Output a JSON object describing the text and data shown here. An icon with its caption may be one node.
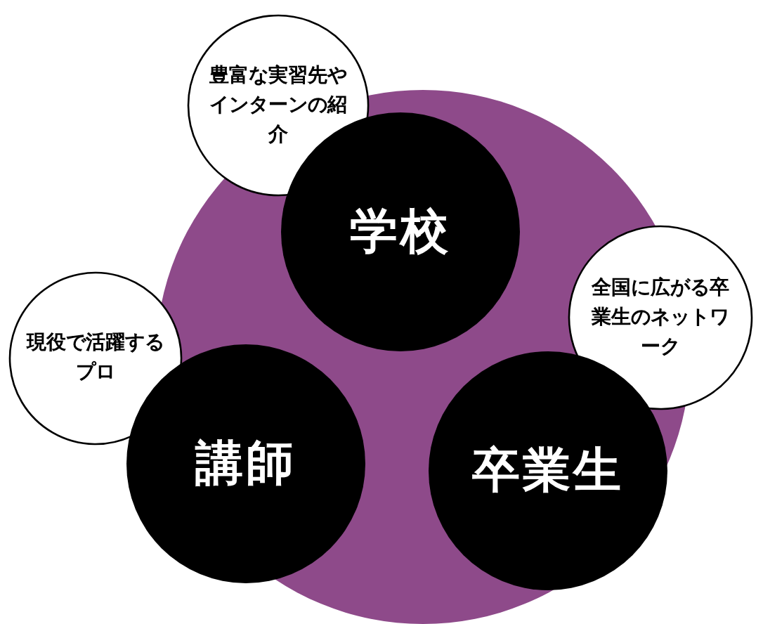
{
  "diagram": {
    "nodes": [
      {
        "text": [
          "豊富な実習先やインターンの紹介"
        ]
      },
      {
        "text": [
          "学校"
        ]
      },
      {
        "text": [
          "現役で活躍するプロ"
        ]
      },
      {
        "text": [
          "全国に広がる卒業生のネットワーク"
        ]
      },
      {
        "text": [
          "講師"
        ]
      },
      {
        "text": [
          "卒業生"
        ]
      }
    ],
    "edges": []
  }
}
